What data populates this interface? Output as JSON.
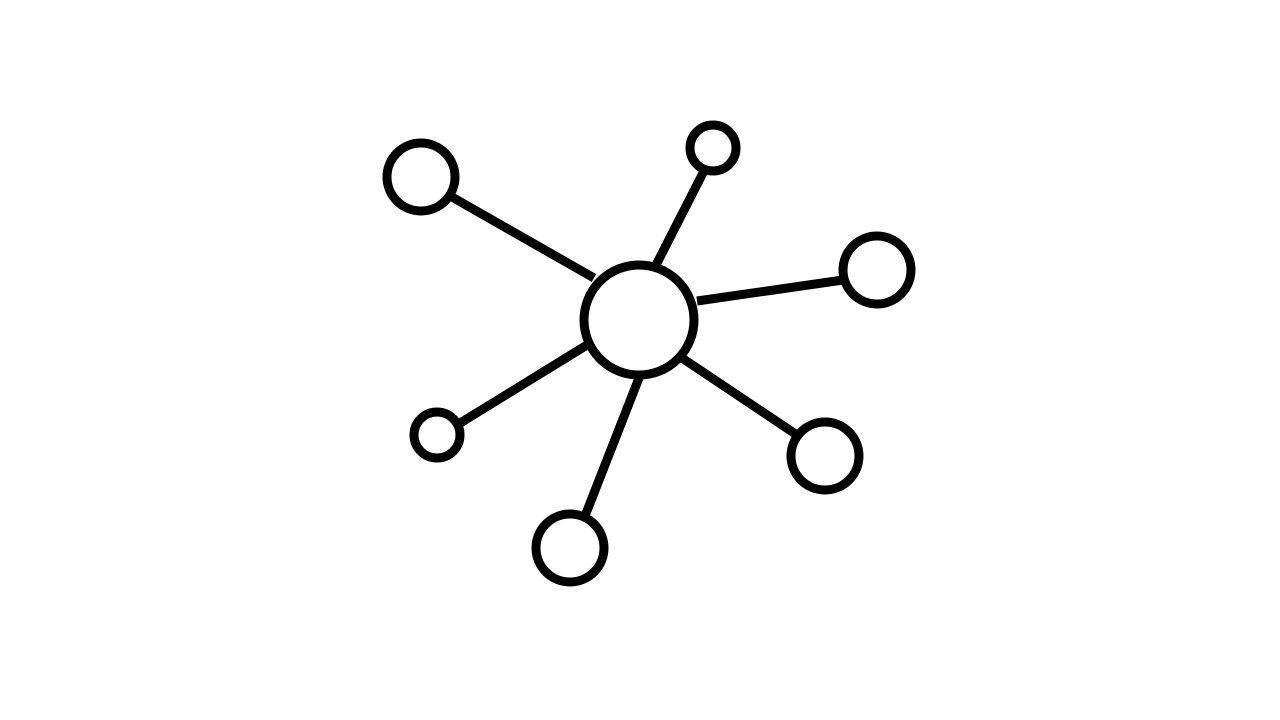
{
  "diagram": {
    "icon": "network-hub-icon",
    "colors": {
      "stroke": "#000000",
      "background": "#ffffff",
      "fill": "#ffffff"
    },
    "hub": "center-node",
    "satellites": [
      "node-upper-left",
      "node-top",
      "node-right",
      "node-lower-right",
      "node-bottom",
      "node-lower-left"
    ]
  }
}
